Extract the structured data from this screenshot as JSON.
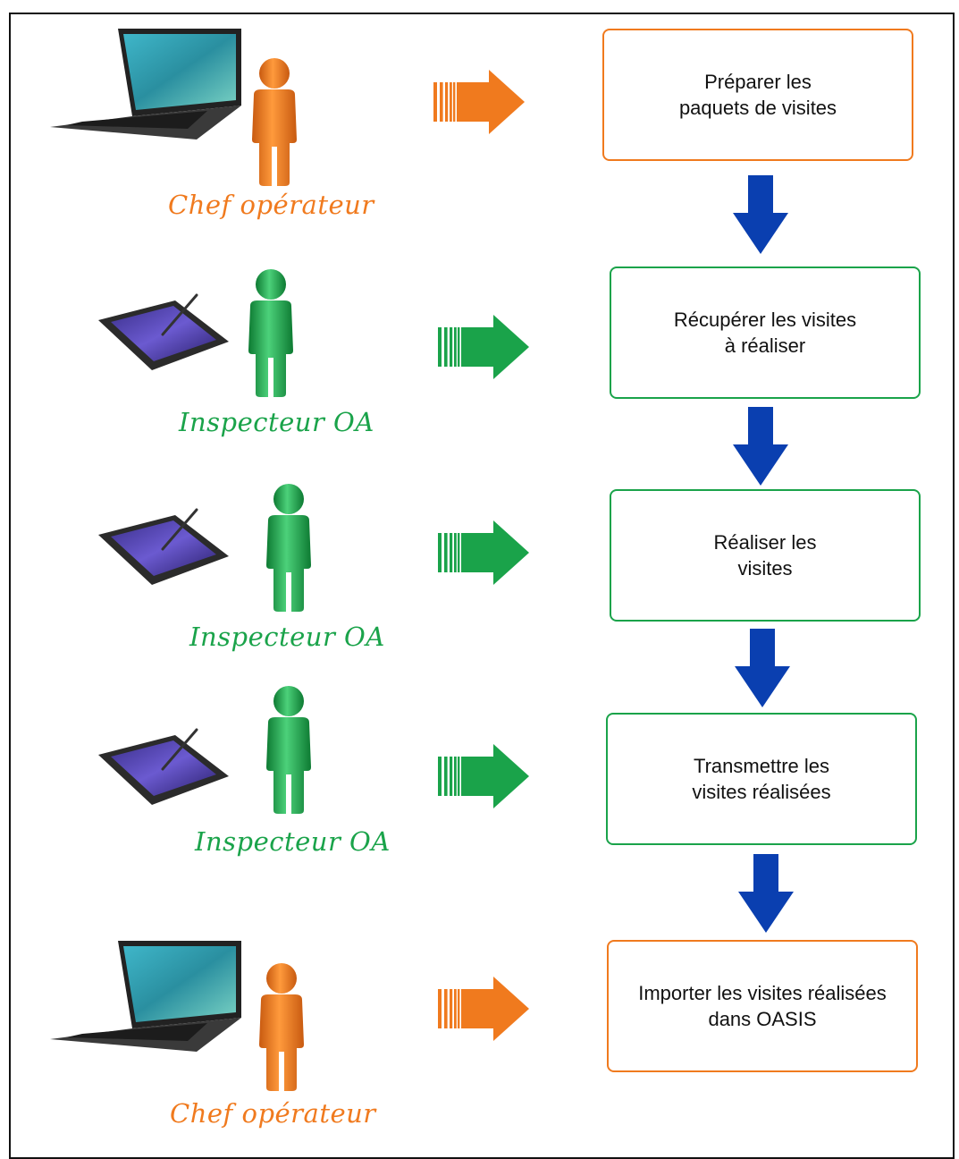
{
  "colors": {
    "chef": "#f07a1e",
    "inspecteur": "#1aa34a",
    "down_arrow": "#0a3fb0"
  },
  "rows": [
    {
      "role": "Chef opérateur",
      "role_color": "#f07a1e",
      "device": "laptop-icon",
      "person": "person-icon",
      "arrow": "right-arrow-icon",
      "step": "Préparer les\npaquets de visites"
    },
    {
      "role": "Inspecteur OA",
      "role_color": "#1aa34a",
      "device": "tablet-icon",
      "person": "person-icon",
      "arrow": "right-arrow-icon",
      "step": "Récupérer les visites\nà réaliser"
    },
    {
      "role": "Inspecteur OA",
      "role_color": "#1aa34a",
      "device": "tablet-icon",
      "person": "person-icon",
      "arrow": "right-arrow-icon",
      "step": "Réaliser les\nvisites"
    },
    {
      "role": "Inspecteur OA",
      "role_color": "#1aa34a",
      "device": "tablet-icon",
      "person": "person-icon",
      "arrow": "right-arrow-icon",
      "step": "Transmettre les\nvisites réalisées"
    },
    {
      "role": "Chef opérateur",
      "role_color": "#f07a1e",
      "device": "laptop-icon",
      "person": "person-icon",
      "arrow": "right-arrow-icon",
      "step": "Importer les visites réalisées\ndans OASIS"
    }
  ]
}
